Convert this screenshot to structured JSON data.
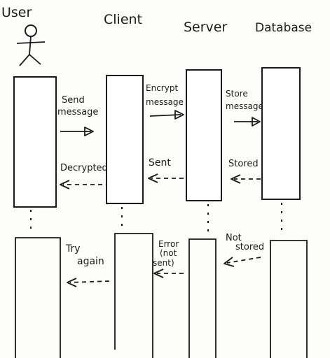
{
  "participants": {
    "user": "User",
    "client": "Client",
    "server": "Server",
    "database": "Database"
  },
  "messages": {
    "send_message": [
      "Send",
      "message"
    ],
    "encrypt_message": [
      "Encrypt",
      "message"
    ],
    "store_message": [
      "Store",
      "message"
    ],
    "decrypted": "Decrypted",
    "sent": "Sent",
    "stored": "Stored",
    "try_again": [
      "Try",
      "again"
    ],
    "error_not_sent": [
      "Error",
      "(not",
      "sent)"
    ],
    "not_stored": [
      "Not",
      "stored"
    ]
  },
  "colors": {
    "ink": "#1a1a1a",
    "paper": "#fdfdfb"
  },
  "icons": {
    "user_actor": "stick-figure-icon"
  }
}
